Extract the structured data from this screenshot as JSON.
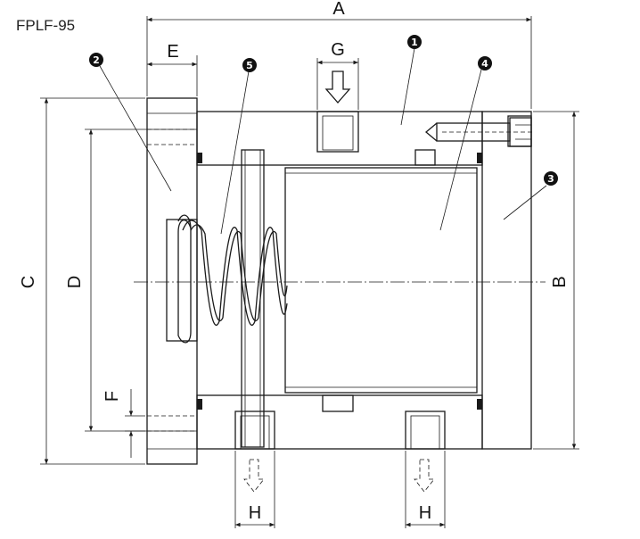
{
  "model_label": "FPLF-95",
  "dimensions": {
    "a": "A",
    "b": "B",
    "c": "C",
    "d": "D",
    "e": "E",
    "f": "F",
    "g": "G",
    "h_left": "H",
    "h_right": "H"
  },
  "callouts": {
    "body": "1",
    "front_flange": "2",
    "rear_cap": "3",
    "piston": "4",
    "spring": "5"
  },
  "colors": {
    "line": "#1a1a1a",
    "background": "#ffffff"
  }
}
